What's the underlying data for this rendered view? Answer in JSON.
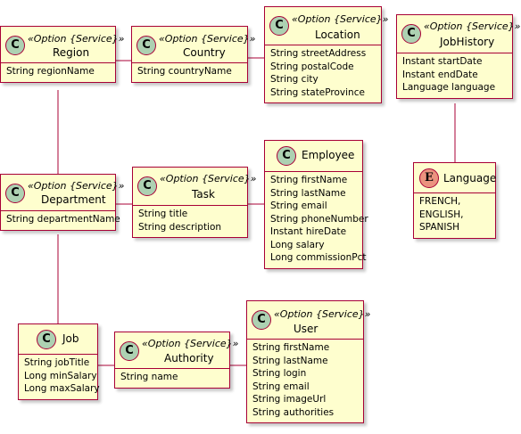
{
  "stereotype": "«Option {Service}»",
  "classes": {
    "region": {
      "name": "Region",
      "attrs": [
        "String regionName"
      ]
    },
    "country": {
      "name": "Country",
      "attrs": [
        "String countryName"
      ]
    },
    "location": {
      "name": "Location",
      "attrs": [
        "String streetAddress",
        "String postalCode",
        "String city",
        "String stateProvince"
      ]
    },
    "jobhistory": {
      "name": "JobHistory",
      "attrs": [
        "Instant startDate",
        "Instant endDate",
        "Language language"
      ]
    },
    "department": {
      "name": "Department",
      "attrs": [
        "String departmentName"
      ]
    },
    "task": {
      "name": "Task",
      "attrs": [
        "String title",
        "String description"
      ]
    },
    "employee": {
      "name": "Employee",
      "attrs": [
        "String firstName",
        "String lastName",
        "String email",
        "String phoneNumber",
        "Instant hireDate",
        "Long salary",
        "Long commissionPct"
      ]
    },
    "language": {
      "name": "Language",
      "attrs": [
        "FRENCH,",
        "ENGLISH,",
        "SPANISH"
      ]
    },
    "job": {
      "name": "Job",
      "attrs": [
        "String jobTitle",
        "Long minSalary",
        "Long maxSalary"
      ]
    },
    "authority": {
      "name": "Authority",
      "attrs": [
        "String name"
      ]
    },
    "user": {
      "name": "User",
      "attrs": [
        "String firstName",
        "String lastName",
        "String login",
        "String email",
        "String imageUrl",
        "String authorities"
      ]
    }
  },
  "badges": {
    "class": "C",
    "enum": "E"
  },
  "colors": {
    "fill": "#FEFECE",
    "border": "#A80036",
    "class_badge": "#ADD1B2",
    "enum_badge": "#EB937F"
  }
}
